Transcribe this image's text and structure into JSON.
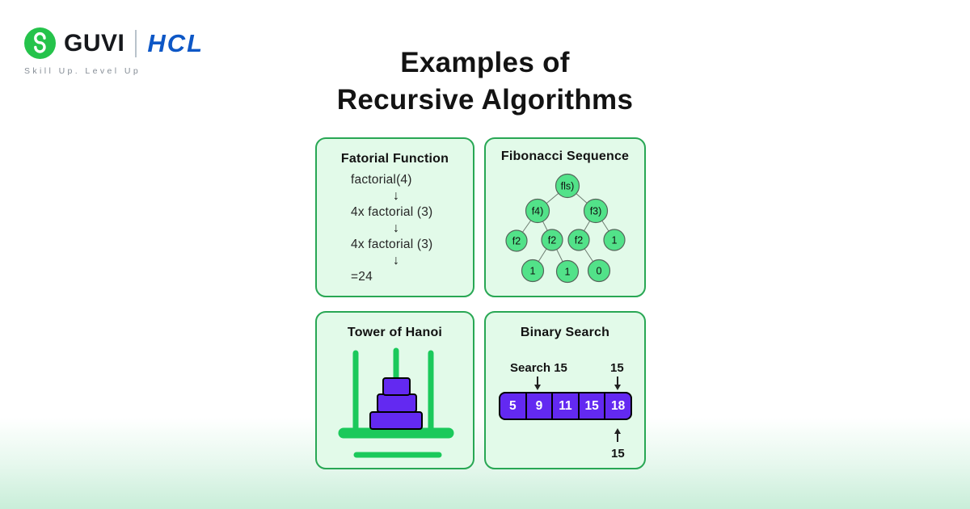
{
  "header": {
    "logo": {
      "guvi_text": "GUVI",
      "hcl_text": "HCL",
      "tagline": "Skill Up. Level Up",
      "guvi_circle_color": "#25c34b",
      "hcl_blue": "#0d57c6"
    },
    "title_line1": "Examples of",
    "title_line2": "Recursive Algorithms"
  },
  "theme": {
    "card_background": "#e2fae9",
    "card_border_green": "#28a754",
    "accent_green": "#1bc95b",
    "node_green": "#52e289",
    "disk_purple": "#6329f1",
    "array_purple": "#6329f1"
  },
  "cards": {
    "factorial": {
      "title": "Fatorial Function",
      "steps": [
        "factorial(4)",
        "4x factorial (3)",
        "4x factorial (3)",
        "=24"
      ],
      "arrow_glyph": "↓"
    },
    "fibonacci": {
      "title": "Fibonacci Sequence",
      "node_labels": [
        "fls)",
        "f4)",
        "f3)",
        "f2",
        "f2",
        "f2",
        "1",
        "1",
        "1",
        "0"
      ]
    },
    "hanoi": {
      "title": "Tower of Hanoi",
      "pegs": 3,
      "disks": 3
    },
    "binary_search": {
      "title": "Binary Search",
      "search_label": "Search 15",
      "top_right_label": "15",
      "bottom_label": "15",
      "values": [
        "5",
        "9",
        "11",
        "15",
        "18"
      ]
    }
  }
}
